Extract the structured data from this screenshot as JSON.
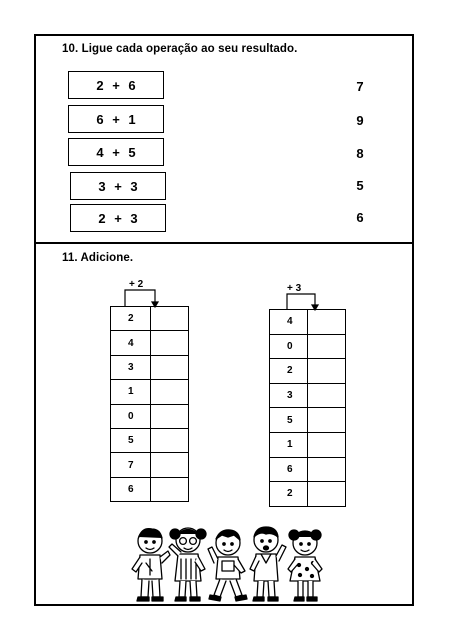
{
  "q10": {
    "title": "10. Ligue cada operação ao seu resultado.",
    "operations": [
      "2  +  6",
      "6  +  1",
      "4  +  5",
      "3  +  3",
      "2  +  3"
    ],
    "results": [
      "7",
      "9",
      "8",
      "5",
      "6"
    ]
  },
  "q11": {
    "title": "11. Adicione.",
    "table1": {
      "step": "+ 2",
      "values": [
        "2",
        "4",
        "3",
        "1",
        "0",
        "5",
        "7",
        "6"
      ]
    },
    "table2": {
      "step": "+ 3",
      "values": [
        "4",
        "0",
        "2",
        "3",
        "5",
        "1",
        "6",
        "2"
      ]
    }
  },
  "illustration": {
    "icon": "children-group-icon"
  }
}
